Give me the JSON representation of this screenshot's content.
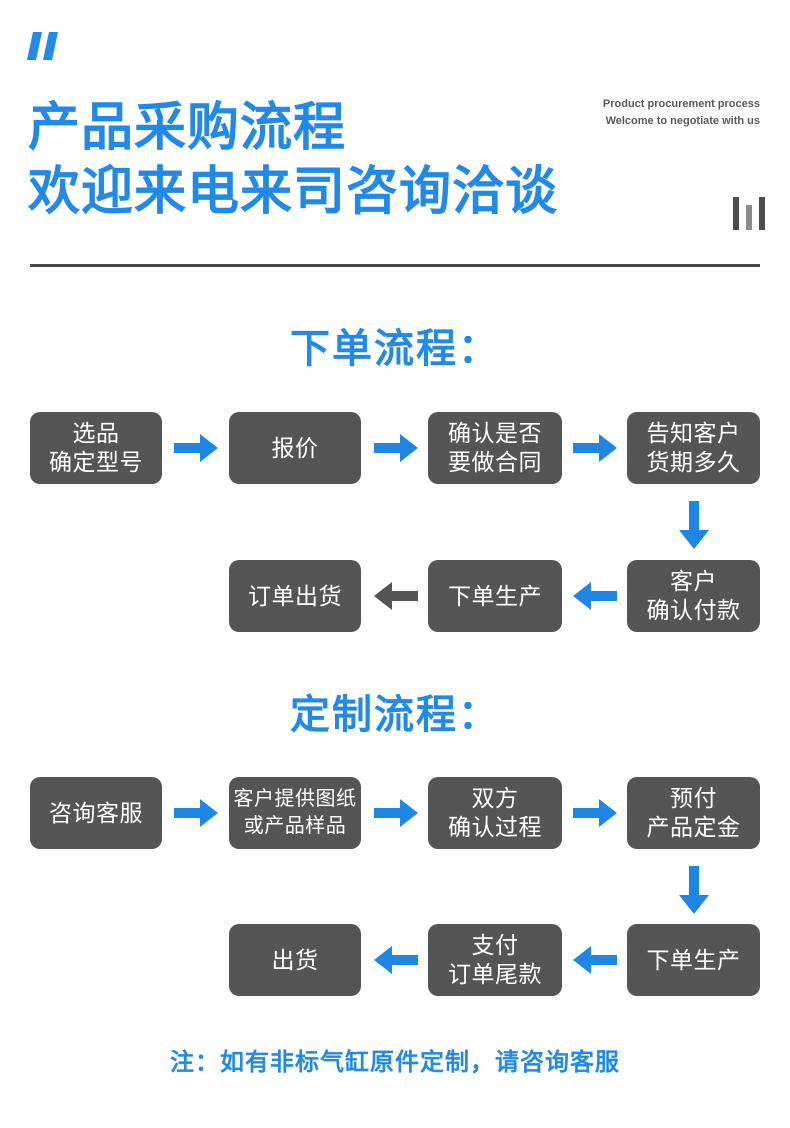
{
  "header": {
    "quote_icon": "quote-mark-icon",
    "title_line_1": "产品采购流程",
    "title_line_2": "欢迎来电来司咨询洽谈",
    "english_line_1": "Product procurement process",
    "english_line_2": "Welcome to negotiate with us",
    "accent_color": "#2189e8",
    "box_color": "#555555",
    "divider_color": "#4a4a4a"
  },
  "sections": {
    "order": {
      "heading": "下单流程：",
      "row1": [
        {
          "lines": [
            "选品",
            "确定型号"
          ]
        },
        {
          "lines": [
            "报价"
          ]
        },
        {
          "lines": [
            "确认是否",
            "要做合同"
          ]
        },
        {
          "lines": [
            "告知客户",
            "货期多久"
          ]
        }
      ],
      "row2": [
        {
          "lines": [
            "订单出货"
          ]
        },
        {
          "lines": [
            "下单生产"
          ]
        },
        {
          "lines": [
            "客户",
            "确认付款"
          ]
        }
      ],
      "row1_arrows": [
        "right-arrow-blue",
        "right-arrow-blue",
        "right-arrow-blue"
      ],
      "down_arrow": "down-arrow-blue",
      "row2_arrows": [
        "left-arrow-gray",
        "left-arrow-blue"
      ]
    },
    "custom": {
      "heading": "定制流程：",
      "row1": [
        {
          "lines": [
            "咨询客服"
          ]
        },
        {
          "lines": [
            "客户提供图纸",
            "或产品样品"
          ]
        },
        {
          "lines": [
            "双方",
            "确认过程"
          ]
        },
        {
          "lines": [
            "预付",
            "产品定金"
          ]
        }
      ],
      "row2": [
        {
          "lines": [
            "出货"
          ]
        },
        {
          "lines": [
            "支付",
            "订单尾款"
          ]
        },
        {
          "lines": [
            "下单生产"
          ]
        }
      ],
      "row1_arrows": [
        "right-arrow-blue",
        "right-arrow-blue",
        "right-arrow-blue"
      ],
      "down_arrow": "down-arrow-blue",
      "row2_arrows": [
        "left-arrow-blue",
        "left-arrow-blue"
      ]
    }
  },
  "footer": {
    "note": "注：如有非标气缸原件定制，请咨询客服"
  }
}
